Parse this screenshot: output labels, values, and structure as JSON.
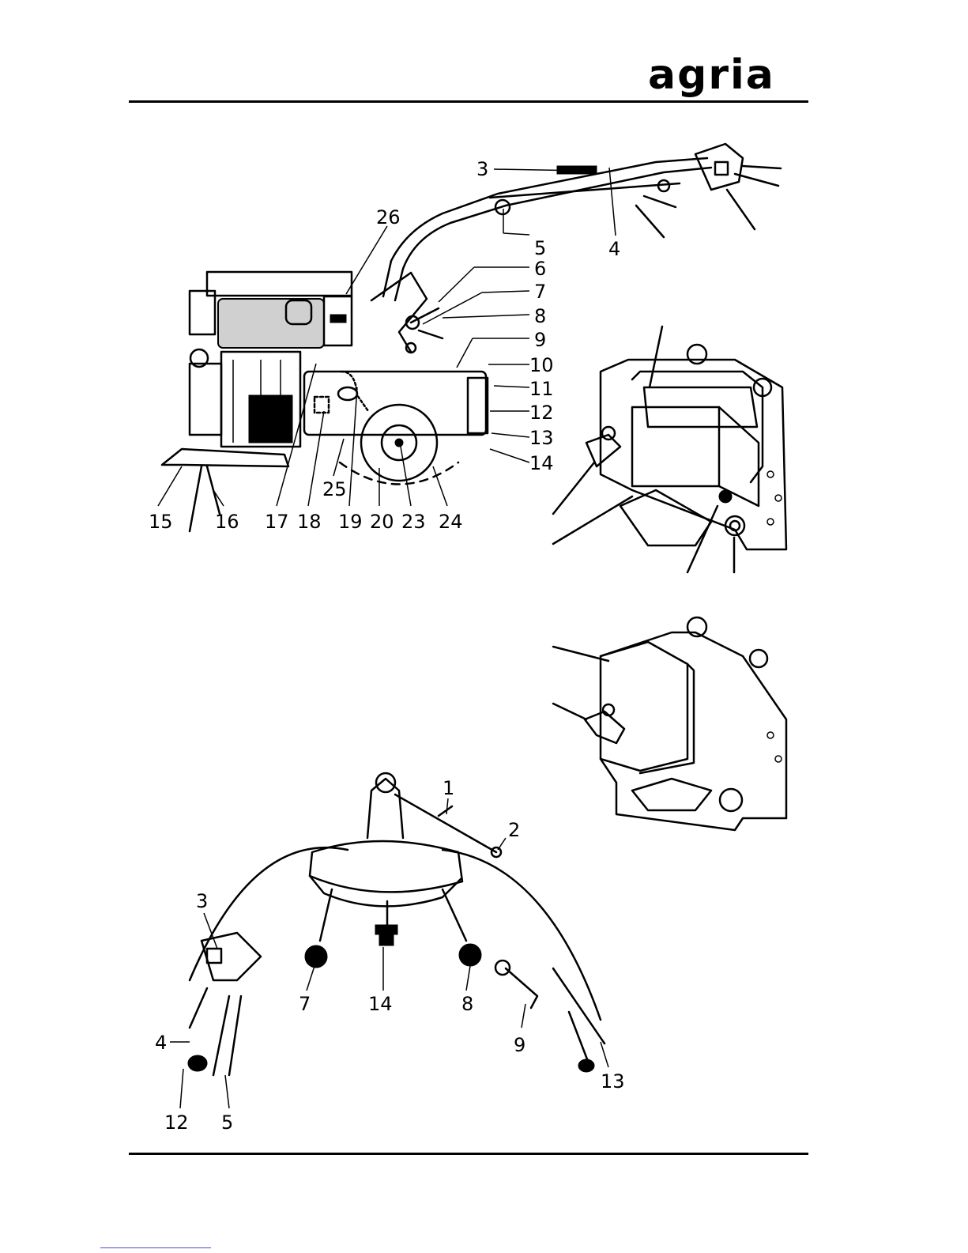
{
  "header": {
    "logo_text": "agria"
  },
  "figure_top": {
    "labels": [
      "3",
      "26",
      "5",
      "4",
      "6",
      "7",
      "8",
      "9",
      "10",
      "11",
      "12",
      "13",
      "14",
      "15",
      "16",
      "17",
      "18",
      "25",
      "19",
      "20",
      "23",
      "24"
    ]
  },
  "figure_bottom": {
    "labels": [
      "1",
      "2",
      "3",
      "7",
      "14",
      "8",
      "9",
      "13",
      "4",
      "12",
      "5"
    ]
  },
  "colors": {
    "ink": "#000000",
    "footnote_rule": "#4a4ad8"
  }
}
